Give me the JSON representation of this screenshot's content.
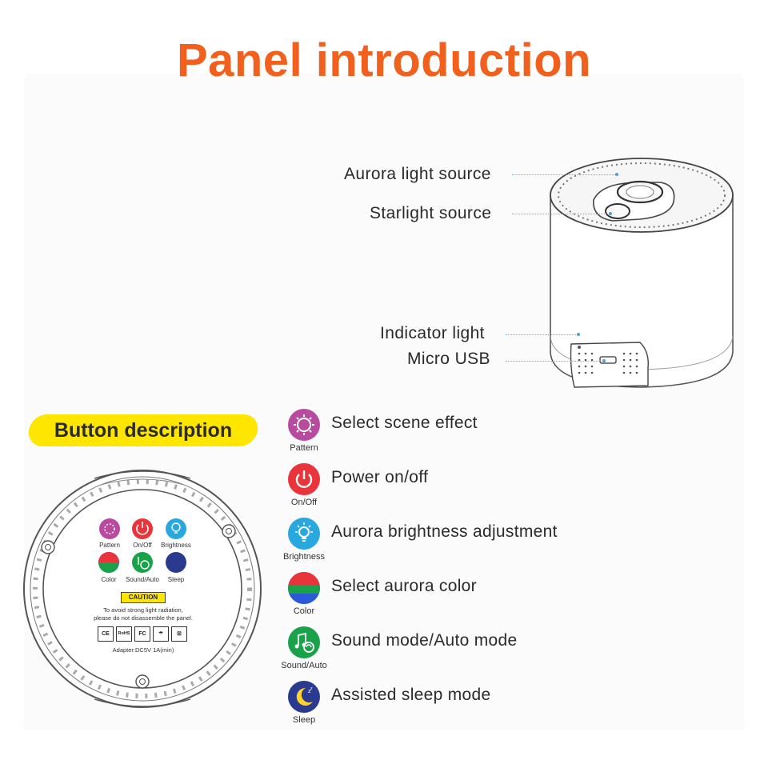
{
  "title": "Panel introduction",
  "callouts": {
    "aurora_light_source": "Aurora light source",
    "starlight_source": "Starlight source",
    "indicator_light": "Indicator light",
    "micro_usb": "Micro USB"
  },
  "button_description": "Button description",
  "buttons": [
    {
      "icon": "pattern-icon",
      "caption": "Pattern",
      "description": "Select scene effect",
      "color": "#b84aa0"
    },
    {
      "icon": "power-icon",
      "caption": "On/Off",
      "description": "Power on/off",
      "color": "#e8343a"
    },
    {
      "icon": "bulb-icon",
      "caption": "Brightness",
      "description": "Aurora brightness adjustment",
      "color": "#29a8e0"
    },
    {
      "icon": "color-icon",
      "caption": "Color",
      "description": "Select aurora color",
      "color": "#e8343a"
    },
    {
      "icon": "music-icon",
      "caption": "Sound/Auto",
      "description": "Sound mode/Auto mode",
      "color": "#1aa24a"
    },
    {
      "icon": "moon-icon",
      "caption": "Sleep",
      "description": "Assisted sleep mode",
      "color": "#2a3b8f"
    }
  ],
  "panel": {
    "labels": {
      "pattern": "Pattern",
      "onoff": "On/Off",
      "brightness": "Brightness",
      "color": "Color",
      "sound": "Sound/Auto",
      "sleep": "Sleep"
    },
    "caution": "CAUTION",
    "caution_line1": "To avoid strong light radiation,",
    "caution_line2": "please do not disassemble the panel.",
    "certs": [
      "CE",
      "RoHS",
      "FC",
      "☂",
      "⊠"
    ],
    "adapter": "Adapter:DC5V 1A(min)"
  }
}
